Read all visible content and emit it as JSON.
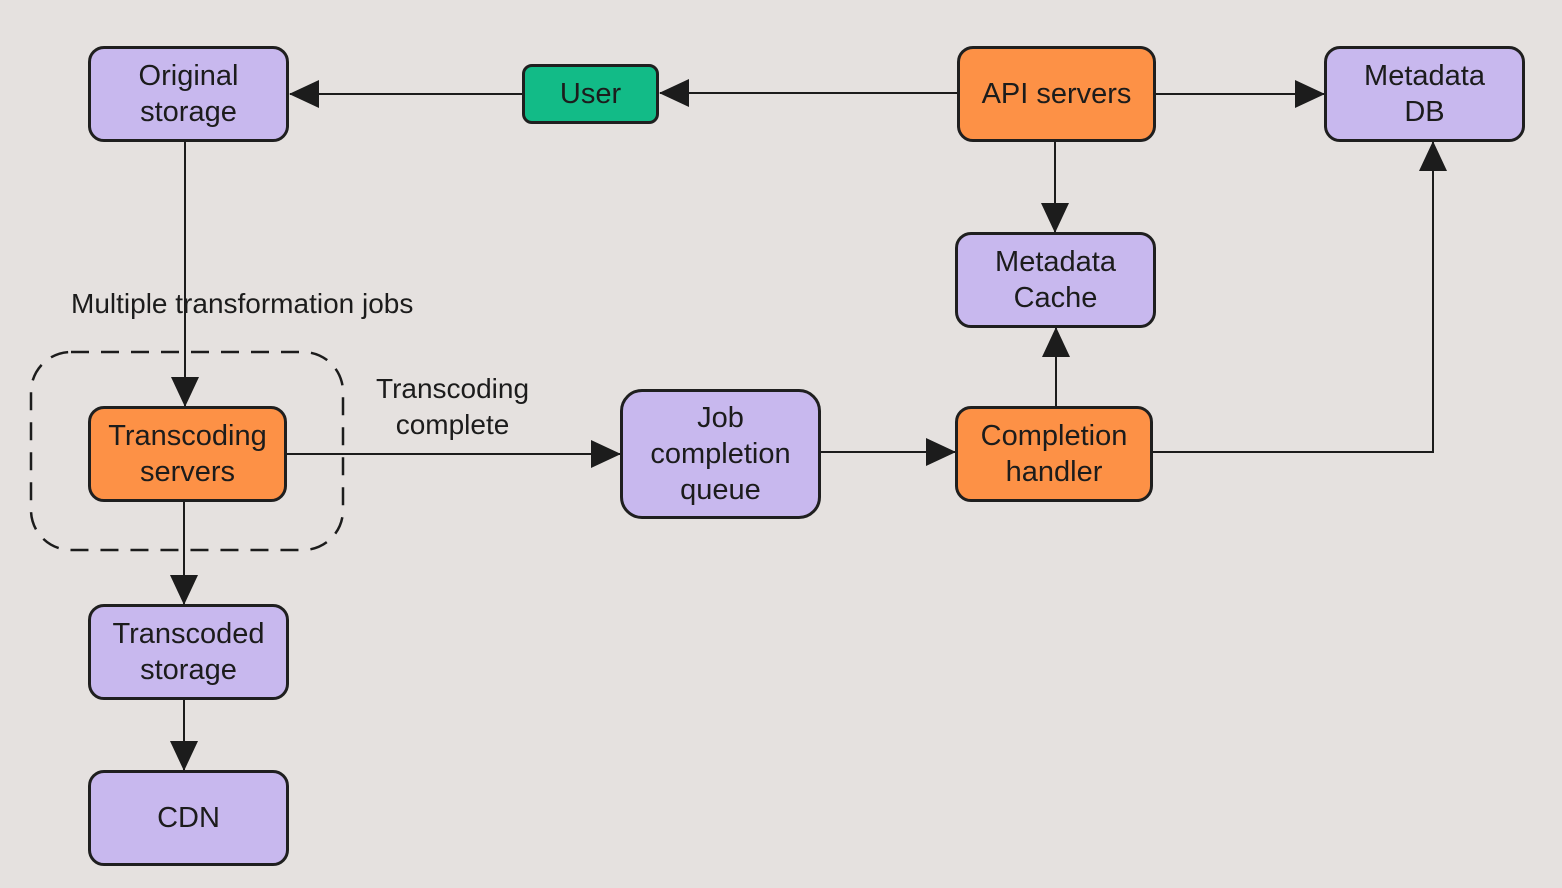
{
  "nodes": {
    "original_storage": "Original\nstorage",
    "user": "User",
    "api_servers": "API servers",
    "metadata_db": "Metadata\nDB",
    "metadata_cache": "Metadata\nCache",
    "transcoding_servers": "Transcoding\nservers",
    "job_completion_queue": "Job\ncompletion\nqueue",
    "completion_handler": "Completion\nhandler",
    "transcoded_storage": "Transcoded\nstorage",
    "cdn": "CDN"
  },
  "labels": {
    "multiple_jobs": "Multiple transformation jobs",
    "transcoding_complete": "Transcoding\ncomplete"
  },
  "colors": {
    "storage_nodes": "#c8b8ee",
    "service_nodes": "#fd9146",
    "user_node": "#12bb87",
    "background": "#e5e1df"
  }
}
